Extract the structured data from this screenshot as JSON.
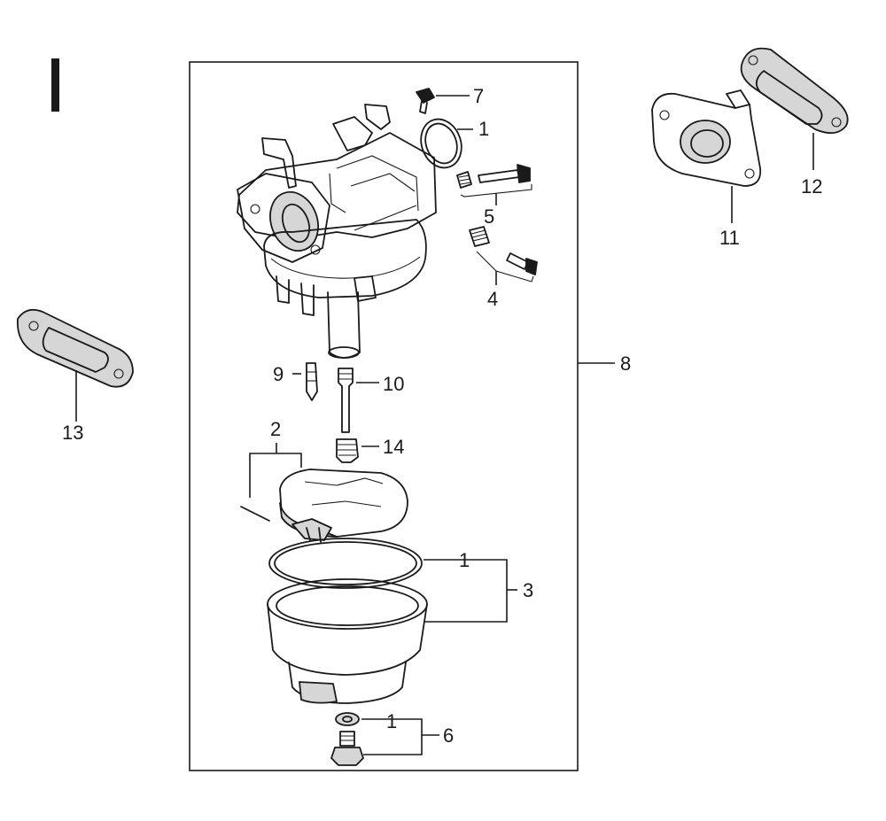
{
  "callouts": {
    "c1_top": "1",
    "c1_mid": "1",
    "c1_bot": "1",
    "c2": "2",
    "c3": "3",
    "c4": "4",
    "c5": "5",
    "c6": "6",
    "c7": "7",
    "c8": "8",
    "c9": "9",
    "c10": "10",
    "c11": "11",
    "c12": "12",
    "c13": "13",
    "c14": "14"
  }
}
